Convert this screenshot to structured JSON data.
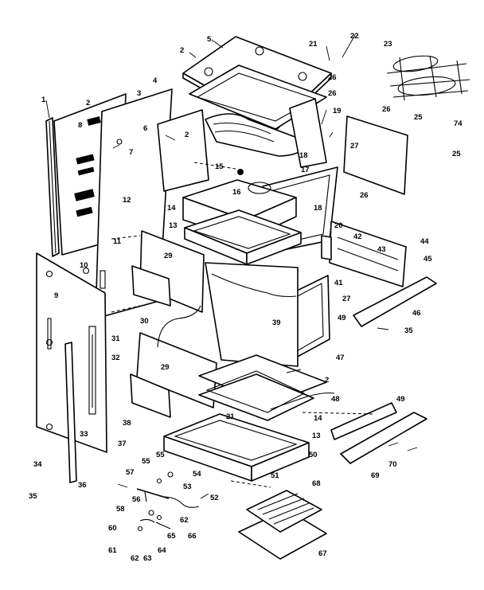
{
  "callouts": {
    "c1": "1",
    "c2a": "2",
    "c2b": "2",
    "c2c": "2",
    "c2d": "2",
    "c3": "3",
    "c4": "4",
    "c5": "5",
    "c6": "6",
    "c7": "7",
    "c8": "8",
    "c9": "9",
    "c10": "10",
    "c11": "11",
    "c12": "12",
    "c13a": "13",
    "c13b": "13",
    "c14a": "14",
    "c14b": "14",
    "c15": "15",
    "c16": "16",
    "c17": "17",
    "c18a": "18",
    "c18b": "18",
    "c19": "19",
    "c20": "20",
    "c21a": "21",
    "c21b": "21",
    "c22": "22",
    "c23": "23",
    "c25a": "25",
    "c25b": "25",
    "c26a": "26",
    "c26b": "26",
    "c26c": "26",
    "c26d": "26",
    "c27a": "27",
    "c27b": "27",
    "c29a": "29",
    "c29b": "29",
    "c30": "30",
    "c31": "31",
    "c32": "32",
    "c33": "33",
    "c34": "34",
    "c35a": "35",
    "c35b": "35",
    "c36": "36",
    "c37": "37",
    "c38": "38",
    "c39": "39",
    "c41": "41",
    "c42": "42",
    "c43": "43",
    "c44": "44",
    "c45": "45",
    "c46": "46",
    "c47": "47",
    "c48": "48",
    "c49a": "49",
    "c49b": "49",
    "c50": "50",
    "c51": "51",
    "c52": "52",
    "c53": "53",
    "c54": "54",
    "c55a": "55",
    "c55b": "55",
    "c56": "56",
    "c57": "57",
    "c58": "58",
    "c60": "60",
    "c61": "61",
    "c62a": "62",
    "c62b": "62",
    "c63": "63",
    "c64": "64",
    "c65": "65",
    "c66": "66",
    "c67": "67",
    "c68": "68",
    "c69": "69",
    "c70": "70",
    "c74": "74"
  }
}
